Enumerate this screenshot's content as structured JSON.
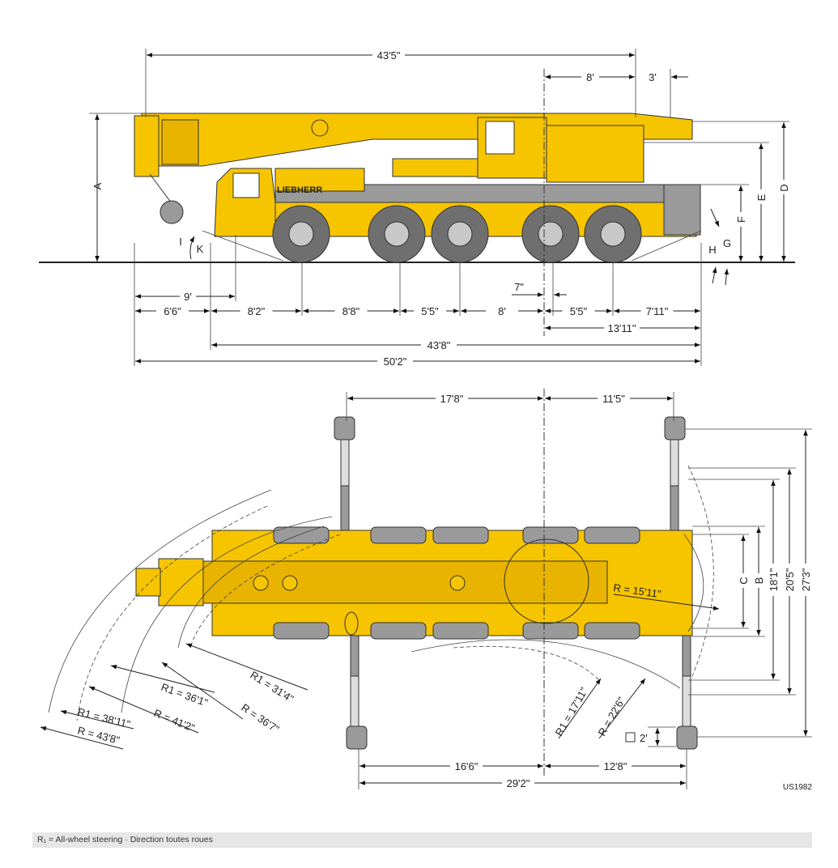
{
  "side_view": {
    "brand": "LIEBHERR",
    "top_dims": {
      "overall_length": "43'5\"",
      "rear_8": "8'",
      "rear_3": "3'"
    },
    "letters": {
      "A": "A",
      "D": "D",
      "E": "E",
      "F": "F",
      "G": "G",
      "H": "H",
      "I": "I",
      "K": "K"
    },
    "bottom_dims": {
      "front_9": "9'",
      "seven_in": "7\"",
      "segments": [
        "6'6\"",
        "8'2\"",
        "8'8\"",
        "5'5\"",
        "8'",
        "5'5\"",
        "7'11\""
      ],
      "rear_13_11": "13'11\"",
      "carrier_length": "43'8\"",
      "total_length": "50'2\""
    }
  },
  "top_view": {
    "top_dims": {
      "front_outrigger": "17'8\"",
      "rear_outrigger": "11'5\""
    },
    "bottom_dims": {
      "front": "16'6\"",
      "rear": "12'8\"",
      "total": "29'2\""
    },
    "right_dims": {
      "C": "C",
      "B": "B",
      "w18_1": "18'1\"",
      "w20_5": "20'5\"",
      "w27_3": "27'3\""
    },
    "pad_size": "2'",
    "radii": {
      "tail": "R = 15'11\"",
      "r1_17_11": "R1 = 17'11\"",
      "r_22_6": "R = 22'6\"",
      "r1_31_4": "R1 = 31'4\"",
      "r_36_7": "R = 36'7\"",
      "r1_36_1": "R1 = 36'1\"",
      "r_41_2": "R = 41'2\"",
      "r1_38_11": "R1 = 38'11\"",
      "r_43_8": "R = 43'8\""
    },
    "drawing_code": "US1982"
  },
  "footer": {
    "legend": "R₁ =  All-wheel steering · Direction toutes roues"
  },
  "colors": {
    "crane_yellow": "#f6c500",
    "footer_bg": "#e6e6e6"
  }
}
